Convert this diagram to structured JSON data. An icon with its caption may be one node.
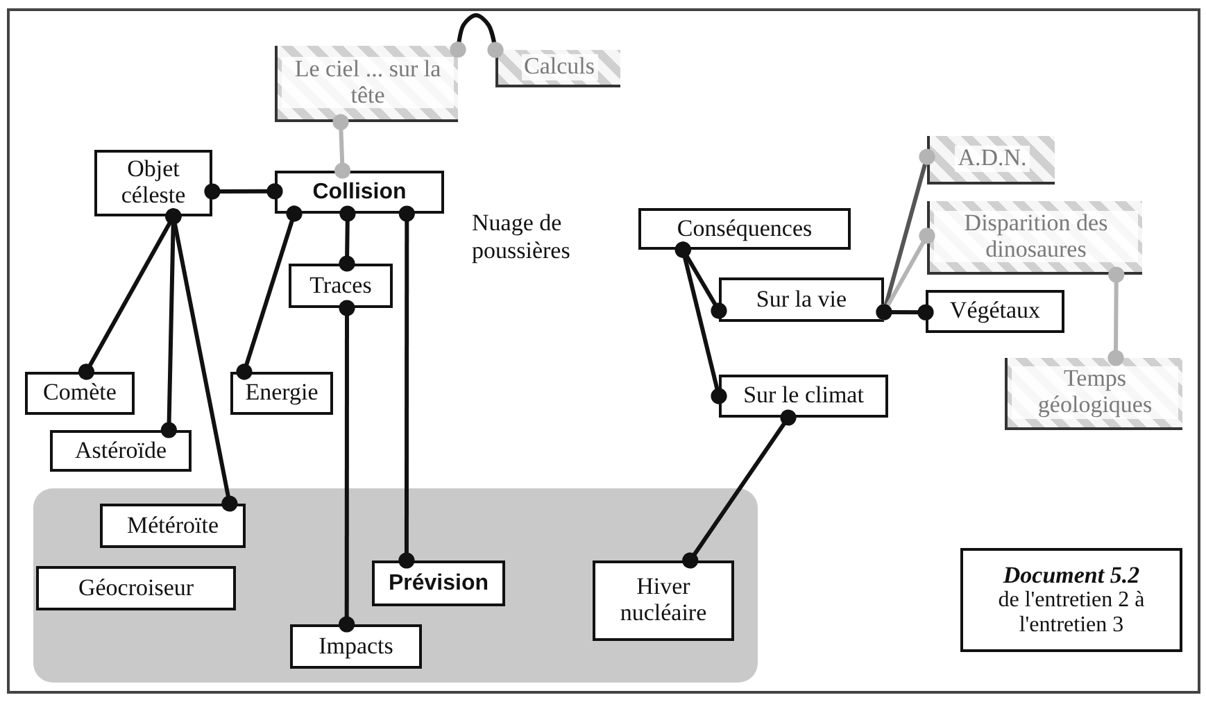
{
  "diagram": {
    "nodes": [
      {
        "text": [
          "Le ciel ... sur la tête"
        ]
      },
      {
        "text": [
          "Calculs"
        ]
      },
      {
        "text": [
          "Objet céleste"
        ]
      },
      {
        "text": [
          "Collision"
        ]
      },
      {
        "text": [
          "Traces"
        ]
      },
      {
        "text": [
          "Conséquences"
        ]
      },
      {
        "text": [
          "Sur la vie"
        ]
      },
      {
        "text": [
          "Végétaux"
        ]
      },
      {
        "text": [
          "A.D.N."
        ]
      },
      {
        "text": [
          "Disparition des dinosaures"
        ]
      },
      {
        "text": [
          "Temps géologiques"
        ]
      },
      {
        "text": [
          "Comète"
        ]
      },
      {
        "text": [
          "Energie"
        ]
      },
      {
        "text": [
          "Astéroïde"
        ]
      },
      {
        "text": [
          "Sur le climat"
        ]
      },
      {
        "text": [],
        "shape": "box"
      },
      {
        "text": [
          "Météroïte"
        ],
        "in": 15
      },
      {
        "text": [
          "Géocroiseur"
        ],
        "in": 15
      },
      {
        "text": [
          "Prévision"
        ],
        "in": 15
      },
      {
        "text": [
          "Hiver nucléaire"
        ],
        "in": 15
      },
      {
        "text": [
          "Impacts"
        ],
        "in": 15
      },
      {
        "text": [
          "Document 5.2",
          "de l'entretien 2 à l'entretien 3"
        ]
      }
    ],
    "edges": [
      {
        "from": 0,
        "to": 3,
        "arrow": "other",
        "color": "#b4b4b4"
      },
      {
        "from": 0,
        "to": 1,
        "arrow": "other"
      },
      {
        "from": 2,
        "to": 3,
        "arrow": "other"
      },
      {
        "from": 2,
        "to": 11,
        "arrow": "other"
      },
      {
        "from": 2,
        "to": 13,
        "arrow": "other"
      },
      {
        "from": 2,
        "to": 16,
        "arrow": "other"
      },
      {
        "from": 3,
        "to": 12,
        "arrow": "other"
      },
      {
        "from": 3,
        "to": 4,
        "arrow": "other"
      },
      {
        "from": 3,
        "to": 18,
        "arrow": "other"
      },
      {
        "from": 4,
        "to": 20,
        "arrow": "other"
      },
      {
        "from": 5,
        "to": 6,
        "arrow": "other"
      },
      {
        "from": 5,
        "to": 14,
        "arrow": "other"
      },
      {
        "from": 6,
        "to": 8,
        "arrow": "other",
        "color": "#555555"
      },
      {
        "from": 6,
        "to": 9,
        "arrow": "other",
        "color": "#b4b4b4"
      },
      {
        "from": 6,
        "to": 7,
        "arrow": "other"
      },
      {
        "from": 9,
        "to": 10,
        "arrow": "other",
        "color": "#b4b4b4"
      },
      {
        "from": 14,
        "to": 19,
        "arrow": "other"
      }
    ],
    "labels": [
      "Nuage de poussières"
    ]
  }
}
